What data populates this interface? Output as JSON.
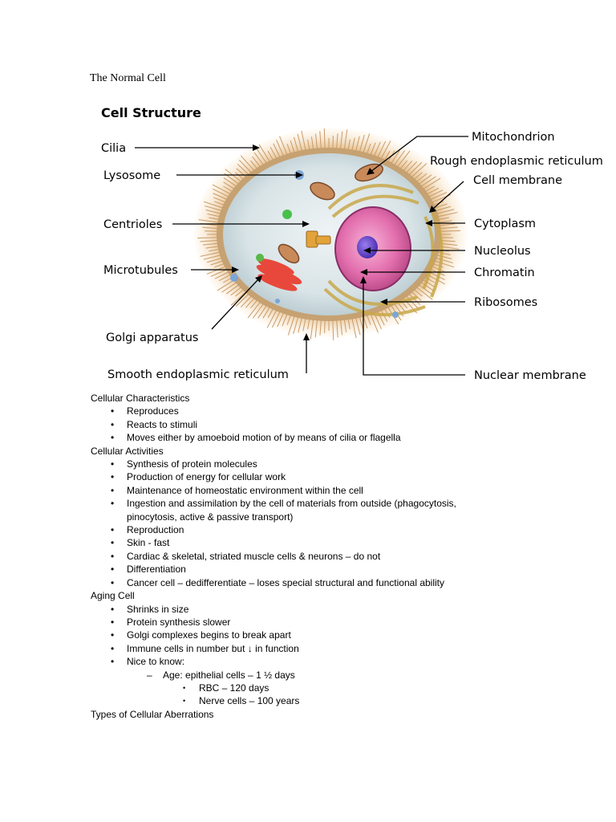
{
  "page_title": "The Normal Cell",
  "figure": {
    "heading": "Cell Structure",
    "labels": {
      "cilia": "Cilia",
      "lysosome": "Lysosome",
      "centrioles": "Centrioles",
      "microtubules": "Microtubules",
      "golgi": "Golgi apparatus",
      "smooth_er": "Smooth endoplasmic reticulum",
      "mitochondrion": "Mitochondrion",
      "rough_er": "Rough endoplasmic reticulum",
      "cell_membrane": "Cell membrane",
      "cytoplasm": "Cytoplasm",
      "nucleolus": "Nucleolus",
      "chromatin": "Chromatin",
      "ribosomes": "Ribosomes",
      "nuclear_membrane": "Nuclear membrane"
    }
  },
  "sections": {
    "characteristics": {
      "heading": "Cellular Characteristics",
      "items": [
        "Reproduces",
        "Reacts to stimuli",
        "Moves either by amoeboid motion of by means of cilia or flagella"
      ]
    },
    "activities": {
      "heading": "Cellular Activities",
      "items": [
        "Synthesis of protein molecules",
        "Production of energy for cellular work",
        "Maintenance of homeostatic environment within the cell",
        "Ingestion and assimilation by the cell of materials from outside (phagocytosis, pinocytosis, active & passive transport)",
        "Reproduction",
        "Skin - fast",
        "Cardiac & skeletal, striated muscle cells & neurons – do not",
        "Differentiation",
        "Cancer cell – dedifferentiate – loses special structural and functional ability"
      ]
    },
    "aging": {
      "heading": "Aging Cell",
      "items": [
        "Shrinks in size",
        "Protein synthesis slower",
        "Golgi complexes begins to break apart",
        "Immune cells  in number but ↓ in function",
        "Nice to know:"
      ],
      "sub": "Age: epithelial cells – 1 ½ days",
      "subsub": [
        "RBC – 120 days",
        "Nerve cells – 100 years"
      ]
    },
    "aberrations": {
      "heading": "Types of Cellular Aberrations"
    }
  }
}
